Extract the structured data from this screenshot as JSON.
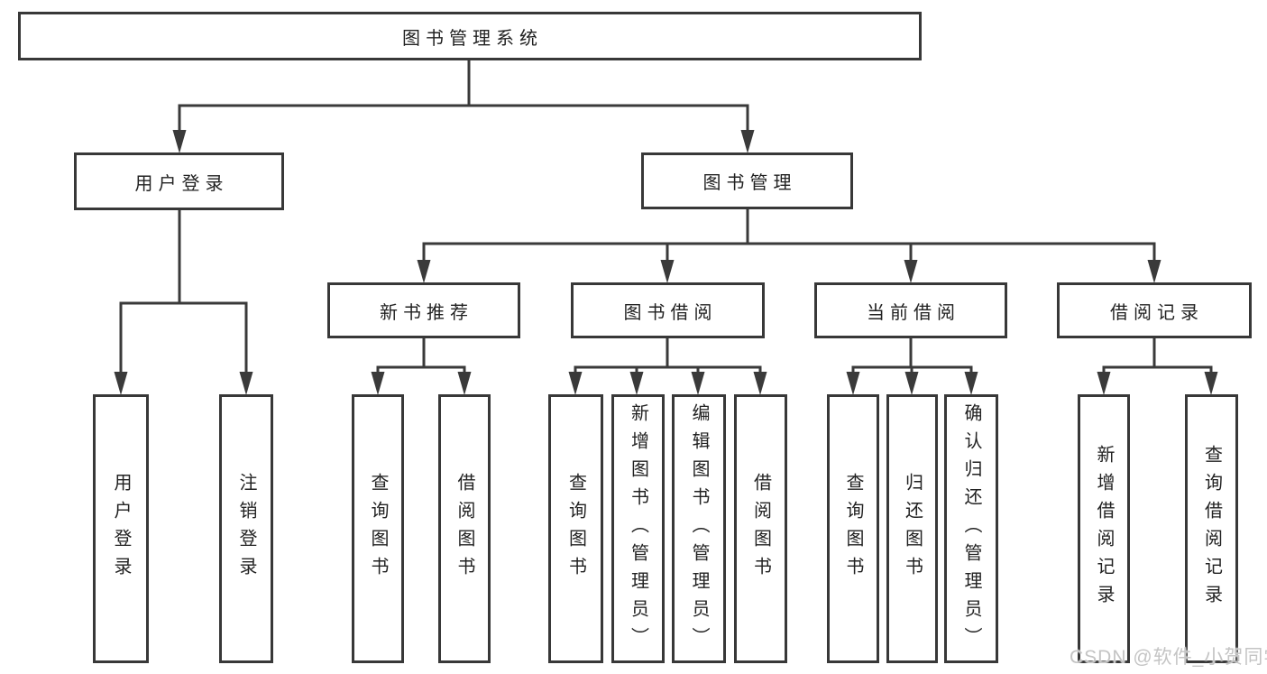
{
  "diagram": {
    "root": {
      "label": "图书管理系统"
    },
    "level1": [
      {
        "label": "用户登录"
      },
      {
        "label": "图书管理"
      }
    ],
    "level2": [
      {
        "label": "新书推荐"
      },
      {
        "label": "图书借阅"
      },
      {
        "label": "当前借阅"
      },
      {
        "label": "借阅记录"
      }
    ],
    "leaves": {
      "user": [
        {
          "label": "用户登录"
        },
        {
          "label": "注销登录"
        }
      ],
      "recommend": [
        {
          "label": "查询图书"
        },
        {
          "label": "借阅图书"
        }
      ],
      "borrow": [
        {
          "label": "查询图书"
        },
        {
          "label": "新增图书（管理员）"
        },
        {
          "label": "编辑图书（管理员）"
        },
        {
          "label": "借阅图书"
        }
      ],
      "current": [
        {
          "label": "查询图书"
        },
        {
          "label": "归还图书"
        },
        {
          "label": "确认归还（管理员）"
        }
      ],
      "records": [
        {
          "label": "新增借阅记录"
        },
        {
          "label": "查询借阅记录"
        }
      ]
    }
  },
  "watermark": {
    "text": "CSDN @软件_小贺同学"
  },
  "colors": {
    "line": "#3a3a3a",
    "border": "#383838",
    "text": "#222222",
    "watermark": "#c4c4c4",
    "background": "#ffffff"
  }
}
